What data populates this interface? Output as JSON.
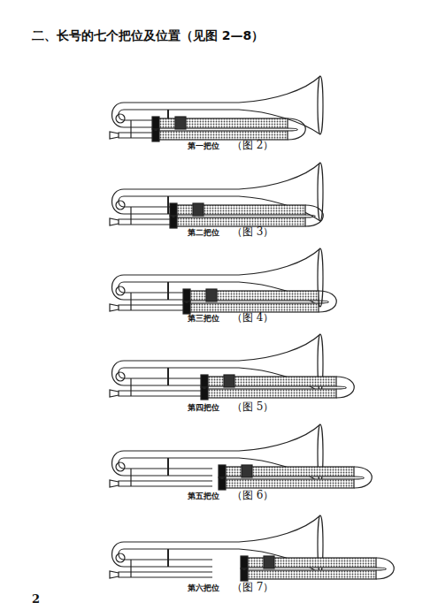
{
  "diagram": {
    "title": "二、长号的七个把位及位置（见图 2—8）",
    "labels": [
      "第一把位",
      "（图 2）",
      "第二把位",
      "（图 3）",
      "第三把位",
      "（图 4）",
      "第四把位",
      "（图 5）",
      "第五把位",
      "（图 6）",
      "第六把位",
      "（图 7）",
      "2"
    ]
  }
}
